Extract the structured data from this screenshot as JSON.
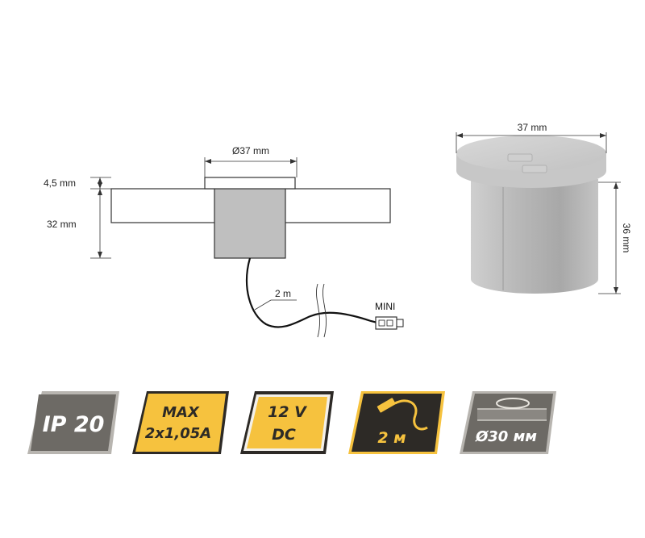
{
  "drawing": {
    "diameter_label": "Ø37 mm",
    "height_small_label": "4,5 mm",
    "height_label": "32 mm",
    "cable_length_label": "2 m",
    "connector_label": "MINI"
  },
  "render": {
    "width_label": "37 mm",
    "height_label": "36 mm"
  },
  "badges": [
    {
      "id": "ip",
      "style": "dark",
      "lines": [
        "IP 20"
      ]
    },
    {
      "id": "max-current",
      "style": "yellow",
      "lines": [
        "MAX",
        "2x1,05A"
      ]
    },
    {
      "id": "voltage",
      "style": "dark-outline",
      "lines": [
        "12 V",
        "DC"
      ]
    },
    {
      "id": "cable",
      "style": "yellow-dark",
      "lines": [
        "2 м"
      ],
      "icon": "cable-connector-icon"
    },
    {
      "id": "cutout",
      "style": "gray",
      "lines": [
        "Ø30 мм"
      ],
      "icon": "drill-hole-icon"
    }
  ],
  "colors": {
    "dark": "#6d6a65",
    "yellow": "#f6c23e",
    "badge_text_light": "#ffffff",
    "badge_text_dark": "#2d2a26"
  }
}
